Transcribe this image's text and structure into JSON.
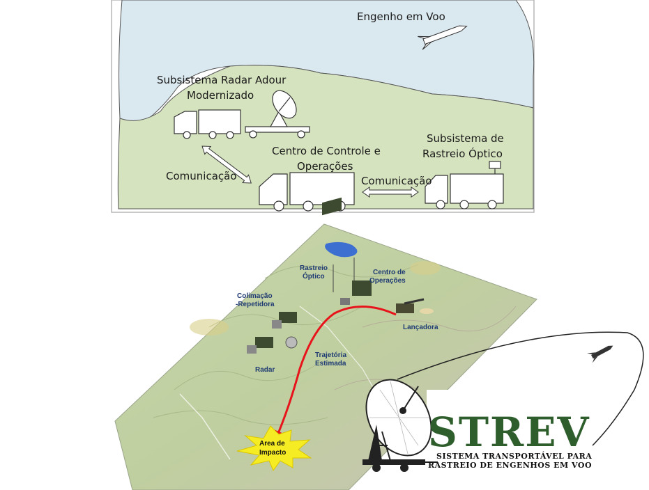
{
  "top_diagram": {
    "labels": {
      "flight_object": "Engenho em Voo",
      "radar_line1": "Subsistema Radar Adour",
      "radar_line2": "Modernizado",
      "control_line1": "Centro de Controle e",
      "control_line2": "Operações",
      "optical_line1": "Subsistema de",
      "optical_line2": "Rastreio Óptico",
      "comm_left": "Comunicação",
      "comm_right": "Comunicação"
    },
    "colors": {
      "sky": "#dae8ef",
      "ground": "#d6e3bf",
      "frame": "#b7b7b7"
    }
  },
  "map": {
    "labels": {
      "optical_line1": "Rastreio",
      "optical_line2": "Óptico",
      "ops_line1": "Centro de",
      "ops_line2": "Operações",
      "collimation_line1": "Colimação",
      "collimation_line2": "-Repetidora",
      "launcher": "Lançadora",
      "radar": "Radar",
      "trajectory_line1": "Trajetória",
      "trajectory_line2": "Estimada",
      "impact_line1": "Area de",
      "impact_line2": "Impacto"
    },
    "colors": {
      "trajectory": "#e8141b",
      "impact_star": "#f6ec23",
      "label": "#1f3b73"
    }
  },
  "logo": {
    "title": "STREV",
    "subtitle_line1": "SISTEMA TRANSPORTÁVEL PARA",
    "subtitle_line2": "RASTREIO DE ENGENHOS EM VOO",
    "colors": {
      "title": "#2e5e2b"
    }
  }
}
